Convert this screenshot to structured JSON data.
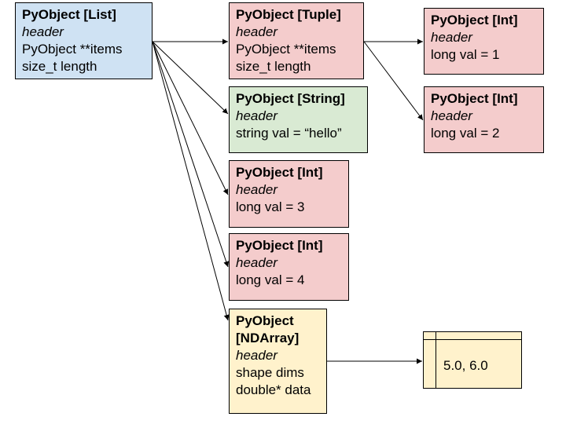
{
  "boxes": {
    "list": {
      "title": "PyObject [List]",
      "header": "header",
      "line1": "PyObject **items",
      "line2": "size_t length"
    },
    "tuple": {
      "title": "PyObject [Tuple]",
      "header": "header",
      "line1": "PyObject **items",
      "line2": "size_t length"
    },
    "string": {
      "title": "PyObject [String]",
      "header": "header",
      "line1": "string val = “hello”"
    },
    "int3": {
      "title": "PyObject [Int]",
      "header": "header",
      "line1": "long val = 3"
    },
    "int4": {
      "title": "PyObject [Int]",
      "header": "header",
      "line1": "long val = 4"
    },
    "ndarray": {
      "title1": "PyObject",
      "title2": "[NDArray]",
      "header": "header",
      "line1": "shape dims",
      "line2": "double* data"
    },
    "int1": {
      "title": "PyObject [Int]",
      "header": "header",
      "line1": "long val = 1"
    },
    "int2": {
      "title": "PyObject [Int]",
      "header": "header",
      "line1": "long val = 2"
    },
    "data": {
      "values": "5.0, 6.0"
    }
  },
  "colors": {
    "list": "#cfe2f3",
    "int_tuple": "#f4cccc",
    "string": "#d9ead3",
    "ndarray": "#fff2cc"
  }
}
